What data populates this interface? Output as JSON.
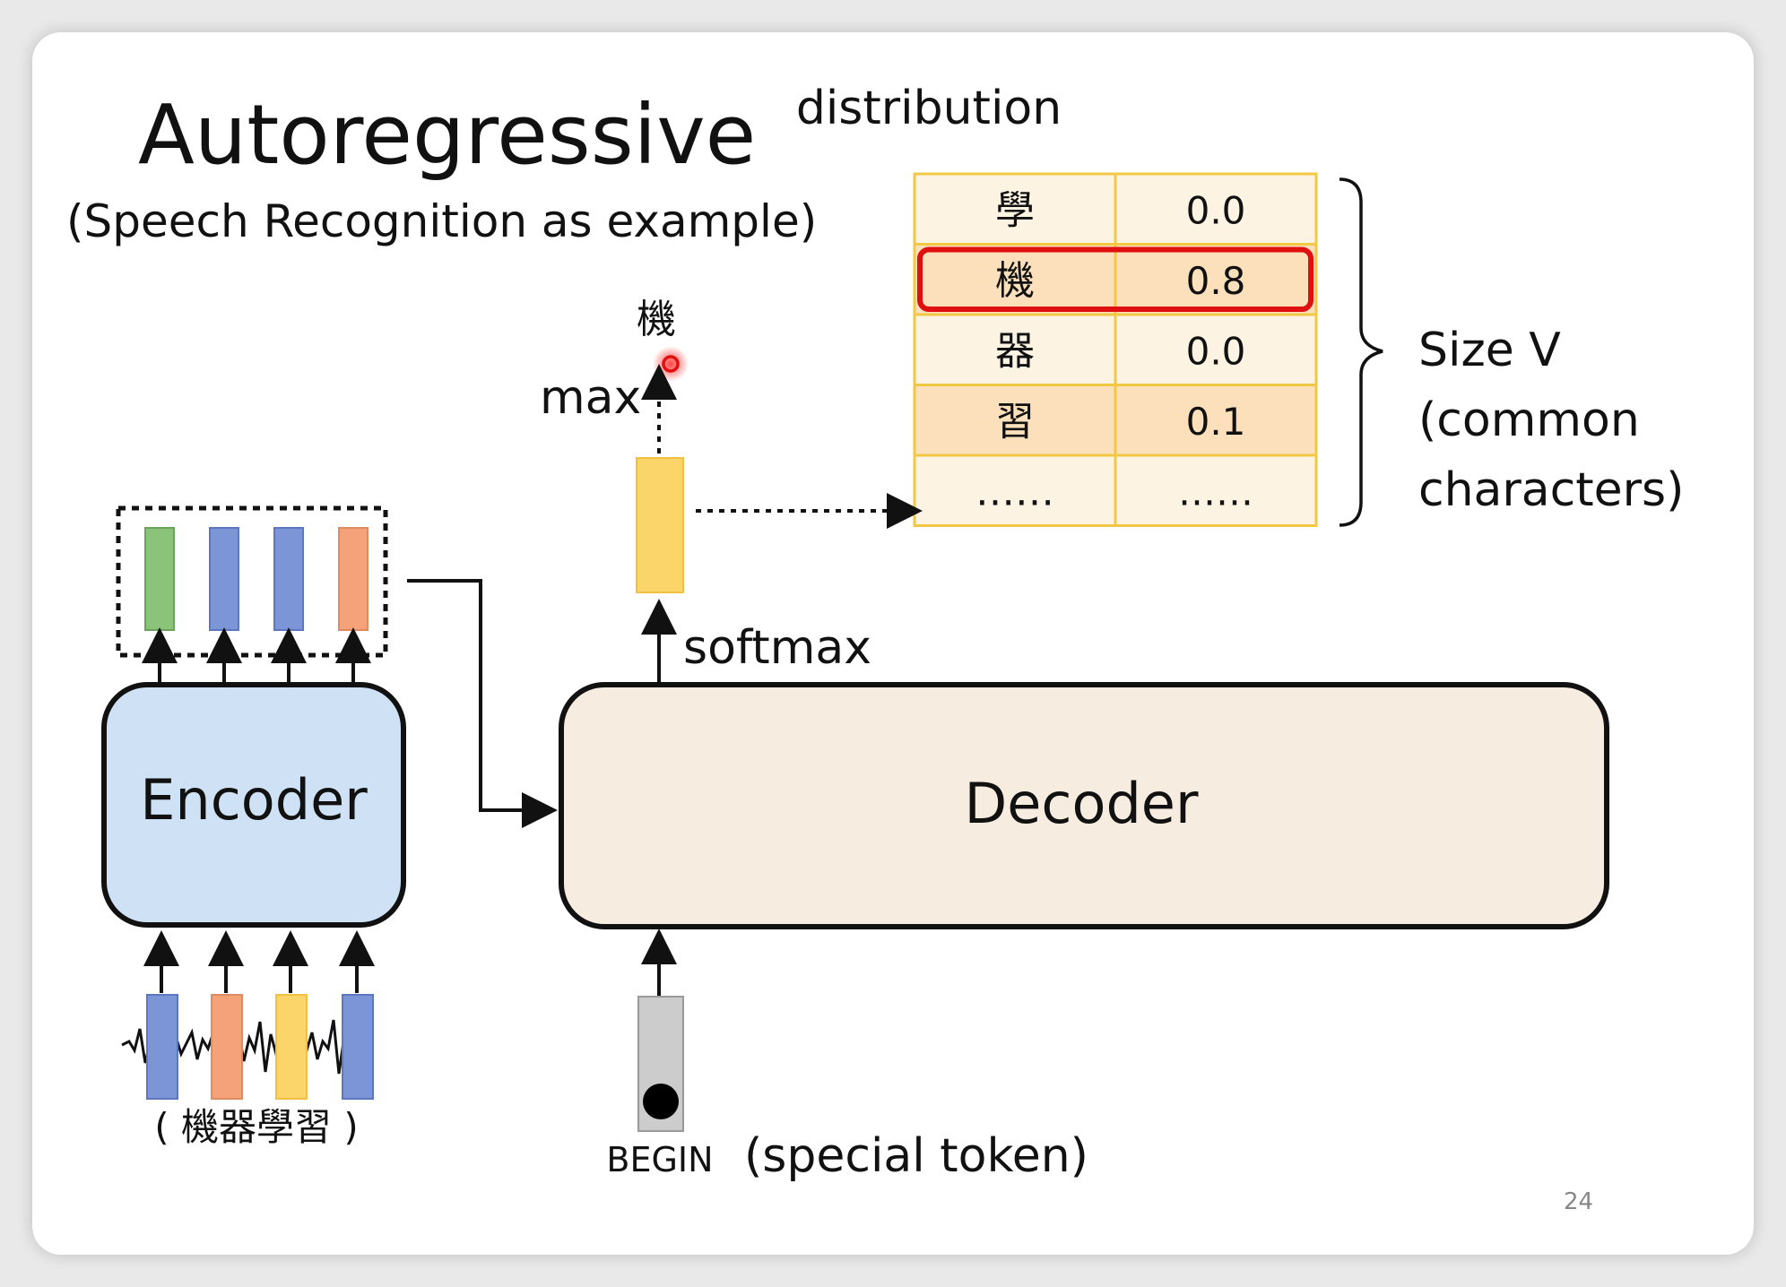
{
  "title": "Autoregressive",
  "subtitle": "(Speech Recognition as example)",
  "distribution": {
    "heading": "distribution",
    "rows": [
      {
        "token": "學",
        "prob": "0.0",
        "highlight": false
      },
      {
        "token": "機",
        "prob": "0.8",
        "highlight": true
      },
      {
        "token": "器",
        "prob": "0.0",
        "highlight": false
      },
      {
        "token": "習",
        "prob": "0.1",
        "highlight": false
      },
      {
        "token": "……",
        "prob": "……",
        "highlight": false
      }
    ],
    "size_label": [
      "Size V",
      "(common",
      "characters)"
    ]
  },
  "output_token": "機",
  "max_label": "max",
  "softmax_label": "softmax",
  "encoder_label": "Encoder",
  "decoder_label": "Decoder",
  "input_caption": "( 機器學習 )",
  "begin_label": "BEGIN",
  "special_token_label": "(special token)",
  "page_number": "24",
  "colors": {
    "encoder_fill": "#cfe2f5",
    "decoder_fill": "#f6ece0",
    "table_fill_light": "#fdf3e3",
    "table_fill_dark": "#fbe0bb",
    "table_border": "#f2c744",
    "highlight_border": "#e01010",
    "green": "#8cc37a",
    "blue": "#7b95d6",
    "orange": "#f5a27a",
    "yellow": "#fbd46a"
  }
}
